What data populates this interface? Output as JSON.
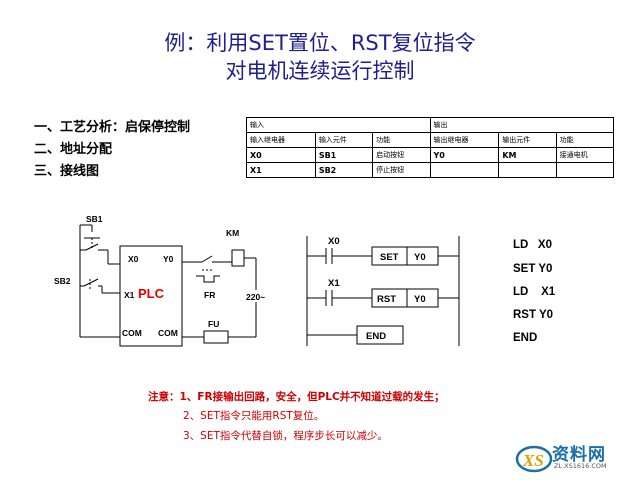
{
  "title": {
    "line1": "例：利用SET置位、RST复位指令",
    "line2": "对电机连续运行控制"
  },
  "outline": [
    "一、工艺分析：启保停控制",
    "二、地址分配",
    "三、接线图"
  ],
  "io_table": {
    "group_headers": [
      "输入",
      "输出"
    ],
    "column_headers": [
      "输入继电器",
      "输入元件",
      "功能",
      "输出继电器",
      "输出元件",
      "功能"
    ],
    "rows": [
      [
        "X0",
        "SB1",
        "启动按钮",
        "Y0",
        "KM",
        "接通电机"
      ],
      [
        "X1",
        "SB2",
        "停止按钮",
        "",
        "",
        ""
      ]
    ]
  },
  "wiring": {
    "sb1": "SB1",
    "sb2": "SB2",
    "km": "KM",
    "plc": "PLC",
    "x0": "X0",
    "x1": "X1",
    "y0": "Y0",
    "fr": "FR",
    "fu": "FU",
    "com_left": "COM",
    "com_right": "COM",
    "voltage": "220~"
  },
  "ladder": {
    "x0": "X0",
    "x1": "X1",
    "set_label": "SET",
    "set_target": "Y0",
    "rst_label": "RST",
    "rst_target": "Y0",
    "end_label": "END"
  },
  "instructions": [
    "LD   X0",
    "SET Y0",
    "LD    X1",
    "RST Y0",
    "END"
  ],
  "notes": [
    "注意：1、FR接输出回路，安全，但PLC并不知道过载的发生；",
    "2、SET指令只能用RST复位。",
    "3、SET指令代替自锁，程序步长可以减少。"
  ],
  "watermark": {
    "main": "资料网",
    "sub": "ZL.XS1616.COM",
    "brand_color": "#1a6fa8"
  }
}
